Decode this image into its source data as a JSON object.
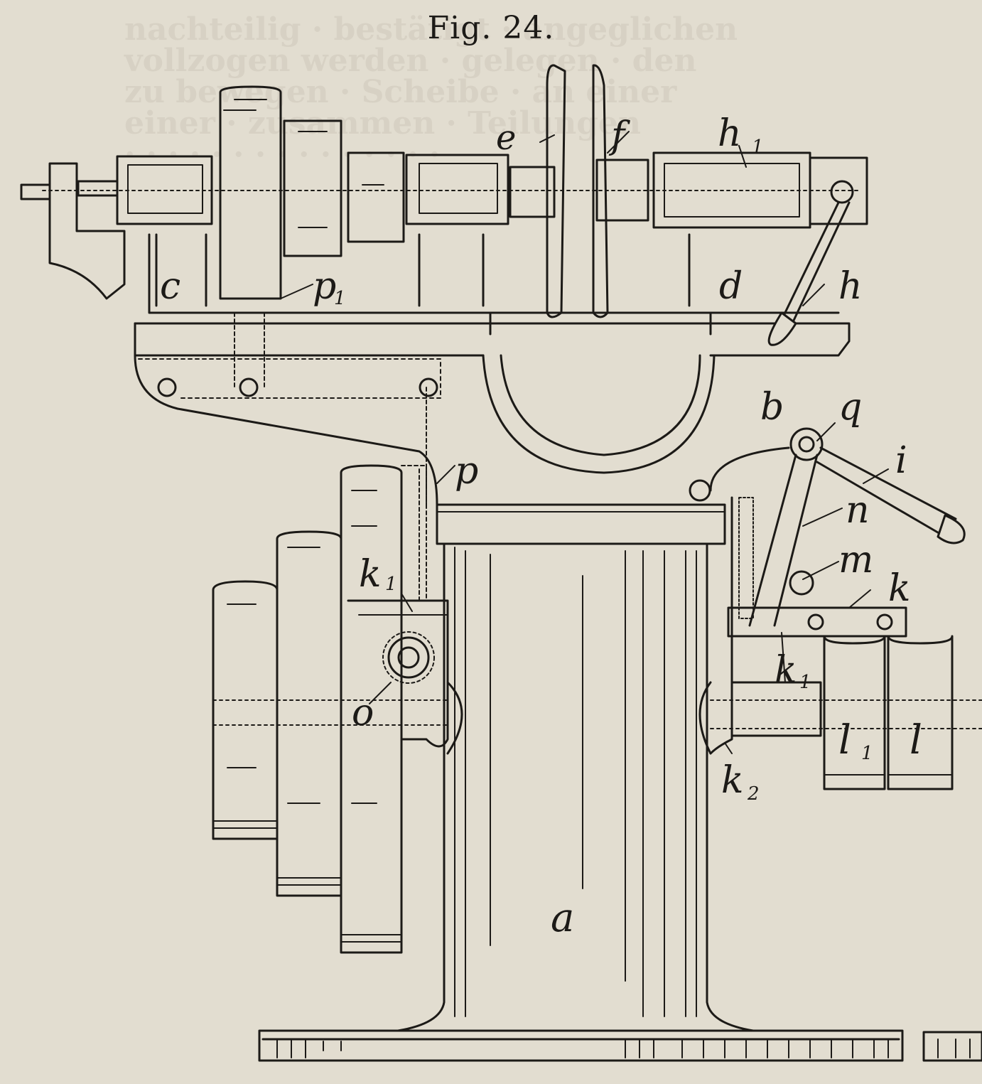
{
  "figure": {
    "title": "Fig. 24."
  },
  "colors": {
    "paper": "#e2ddd0",
    "ink": "#1c1a17",
    "bleed": "#cfc9bb"
  },
  "labels": {
    "e": "e",
    "f": "f",
    "h1": "h",
    "h1_sub": "1",
    "c": "c",
    "p1": "p",
    "p1_sub": "1",
    "d_upper": "d",
    "h": "h",
    "b": "b",
    "q": "q",
    "i": "i",
    "p": "p",
    "n": "n",
    "m": "m",
    "k_right": "k",
    "k_upper": "k",
    "k_upper_sub": "1",
    "o": "o",
    "k1_lower": "k",
    "k1_lower_sub": "1",
    "l1": "l",
    "l1_sub": "1",
    "l": "l",
    "k2": "k",
    "k2_sub": "2",
    "a": "a"
  }
}
